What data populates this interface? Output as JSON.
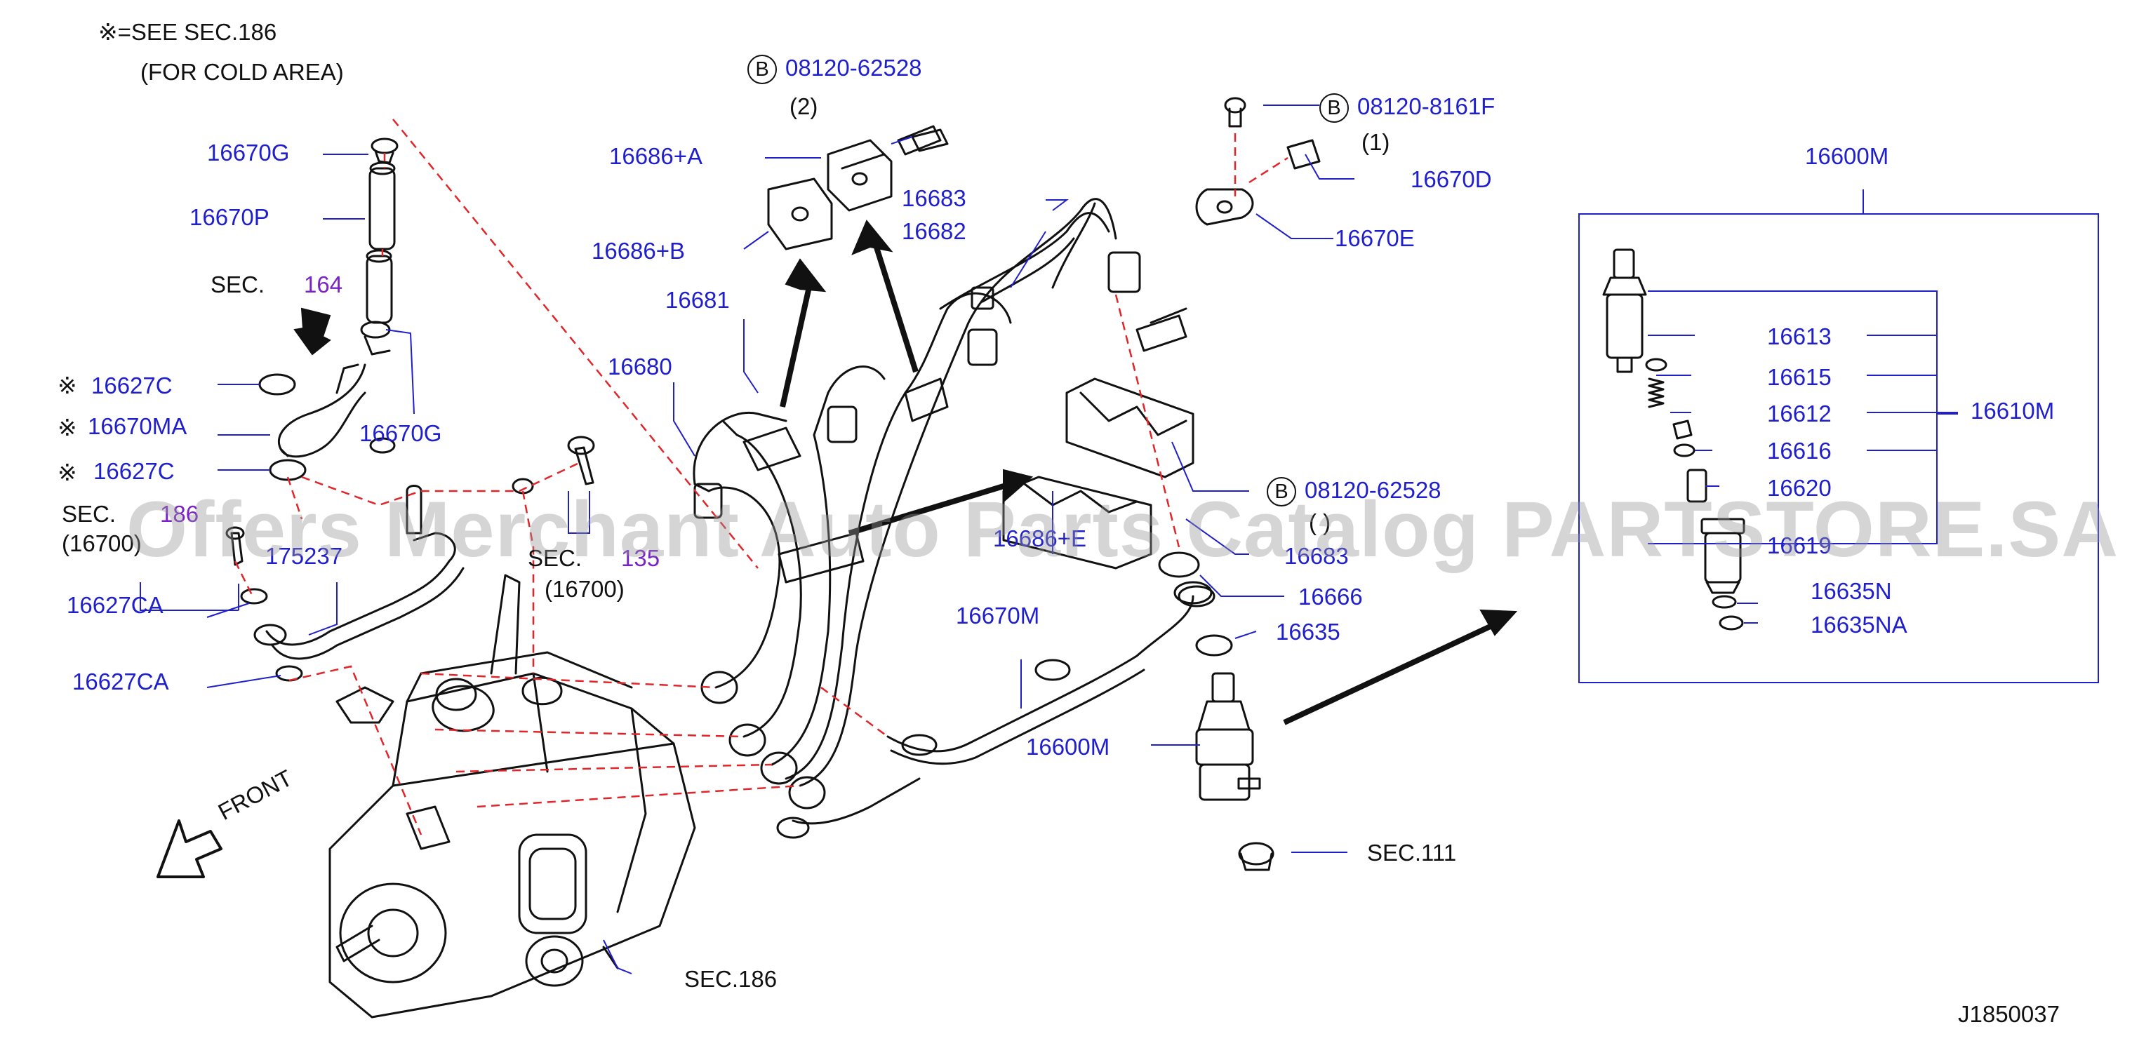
{
  "notes": {
    "line1": "※=SEE   SEC.186",
    "line2": "(FOR   COLD   AREA)"
  },
  "bolt_refs": [
    {
      "letter": "B",
      "part": "08120-62528",
      "qty": "(2)"
    },
    {
      "letter": "B",
      "part": "08120-8161F",
      "qty": "(1)"
    },
    {
      "letter": "B",
      "part": "08120-62528",
      "qty": "( )"
    }
  ],
  "parts": {
    "p16670G_top": "16670G",
    "p16670P": "16670P",
    "sec_label": "SEC.",
    "sec_164": "164",
    "mark": "※",
    "p16627C_a": "16627C",
    "p16670MA": "16670MA",
    "p16670G_bot": "16670G",
    "p16627C_b": "16627C",
    "sec_186_prefix": "SEC.",
    "sec_186_partial": "186",
    "sec_16700_a": "(16700)",
    "p175237": "175237",
    "sec_16700_prefix": "SEC.",
    "sec_16700_num": "135",
    "sec_16700_b": "(16700)",
    "p16627CA_a": "16627CA",
    "p16627CA_b": "16627CA",
    "p16686A": "16686+A",
    "p16686B": "16686+B",
    "p16683": "16683",
    "p16682": "16682",
    "p16681": "16681",
    "p16680": "16680",
    "p16686E": "16686+E",
    "p16670D": "16670D",
    "p16670E": "16670E",
    "p16683_b": "16683",
    "p16666": "16666",
    "p16635": "16635",
    "p16670M": "16670M",
    "p16600M_a": "16600M",
    "sec_111": "SEC.111",
    "sec_186": "SEC.186",
    "front": "FRONT",
    "box_title": "16600M",
    "p16613": "16613",
    "p16615": "16615",
    "p16612": "16612",
    "p16616": "16616",
    "p16620": "16620",
    "p16619": "16619",
    "p16610M": "16610M",
    "p16635N": "16635N",
    "p16635NA": "16635NA"
  },
  "diagram_id": "J1850037",
  "watermark": "Offers Merchant Auto Parts Catalog PARTSTORE.SA",
  "colors": {
    "callout": "#1f1fcc",
    "line": "#111111",
    "dash": "#e0262a",
    "link_purple": "#7a22c8"
  }
}
